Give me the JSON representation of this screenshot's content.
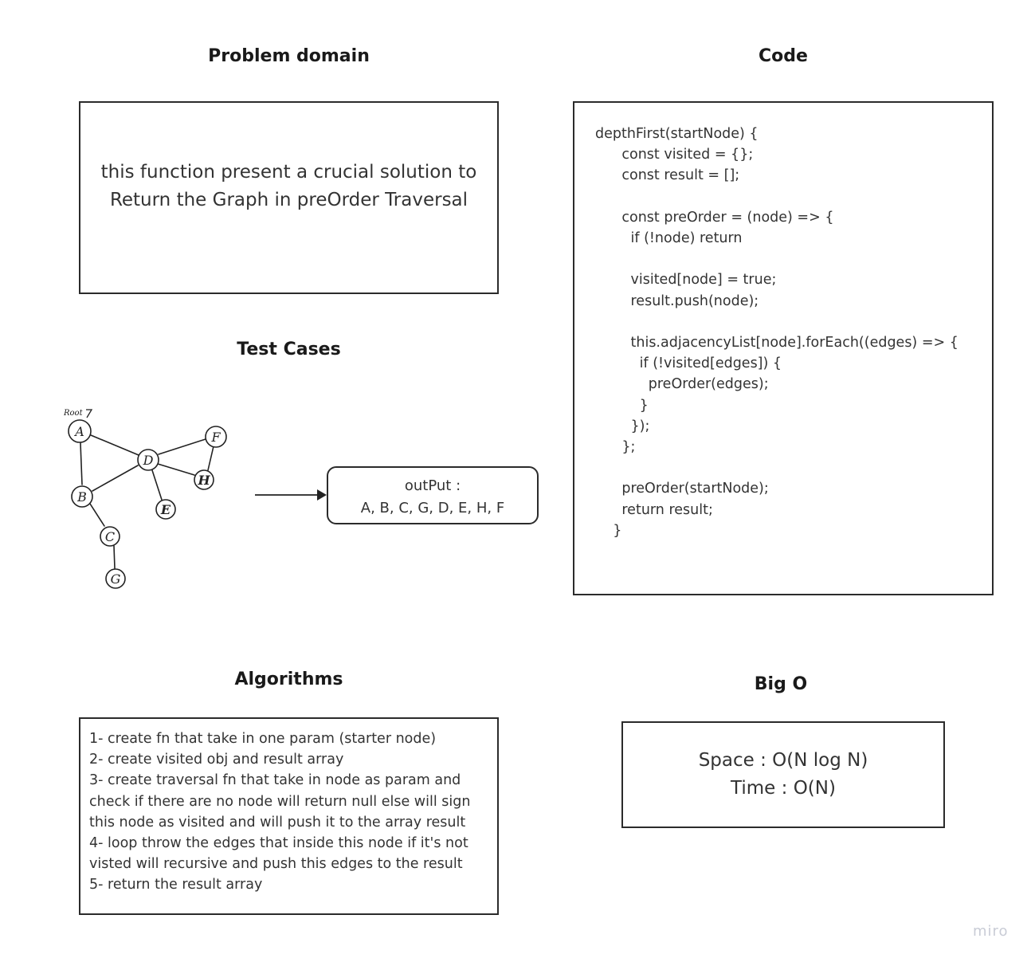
{
  "problem_domain": {
    "heading": "Problem domain",
    "lines": [
      "this function present a crucial solution to",
      "Return  the Graph in preOrder Traversal"
    ]
  },
  "code": {
    "heading": "Code",
    "lines": [
      "depthFirst(startNode) {",
      "      const visited = {};",
      "      const result = [];",
      "",
      "      const preOrder = (node) => {",
      "        if (!node) return",
      "",
      "        visited[node] = true;",
      "        result.push(node);",
      "",
      "        this.adjacencyList[node].forEach((edges) => {",
      "          if (!visited[edges]) {",
      "            preOrder(edges);",
      "          }",
      "        });",
      "      };",
      "",
      "      preOrder(startNode);",
      "      return result;",
      "    }"
    ]
  },
  "test_cases": {
    "heading": "Test Cases",
    "root_note": "Root",
    "nodes": [
      "A",
      "B",
      "C",
      "D",
      "E",
      "F",
      "G",
      "H"
    ],
    "output_label": "outPut :",
    "output_value": "A, B, C, G, D, E, H, F"
  },
  "algorithms": {
    "heading": "Algorithms",
    "lines": [
      "1- create fn that take in one param (starter node)",
      "2- create visited obj and result array",
      "3- create traversal fn that take in node as param and",
      "check if there are no node will return null else will sign",
      "this node as visited and will push it to the array result",
      "4- loop throw the edges that inside this node if it's not",
      "visted will recursive and push this edges to the result",
      "5- return the result array"
    ]
  },
  "big_o": {
    "heading": "Big O",
    "space": "Space : O(N log N)",
    "time": "Time : O(N)"
  },
  "brand": "miro"
}
